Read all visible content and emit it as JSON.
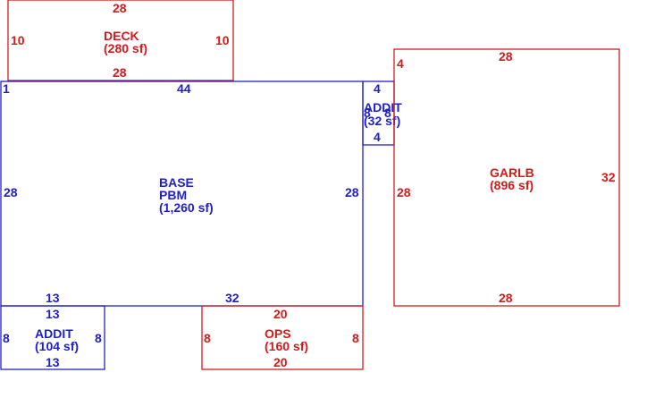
{
  "colors": {
    "base_area": "#1f1fc8",
    "addition_area": "#d01c1c",
    "background": "#ffffff"
  },
  "areas": {
    "deck": {
      "name": "DECK",
      "area": "(280 sf)",
      "top": "28",
      "bottom": "28",
      "left": "10",
      "right": "10"
    },
    "base": {
      "name_line1": "BASE",
      "name_line2": "PBM",
      "area": "(1,260 sf)",
      "corner": "1",
      "top": "44",
      "left": "28",
      "right": "28",
      "bottom_left": "13",
      "bottom_right": "32"
    },
    "addit_small": {
      "name": "ADDIT",
      "area": "(32 sf)",
      "top": "4",
      "bottom": "4",
      "left": "8",
      "right": "8"
    },
    "garlb": {
      "name": "GARLB",
      "area": "(896 sf)",
      "top": "28",
      "bottom": "28",
      "left": "28",
      "right": "32",
      "corner": "4"
    },
    "addit_lower": {
      "name": "ADDIT",
      "area": "(104 sf)",
      "top": "13",
      "bottom": "13",
      "left": "8",
      "right": "8"
    },
    "ops": {
      "name": "OPS",
      "area": "(160 sf)",
      "top": "20",
      "bottom": "20",
      "left": "8",
      "right": "8"
    }
  }
}
